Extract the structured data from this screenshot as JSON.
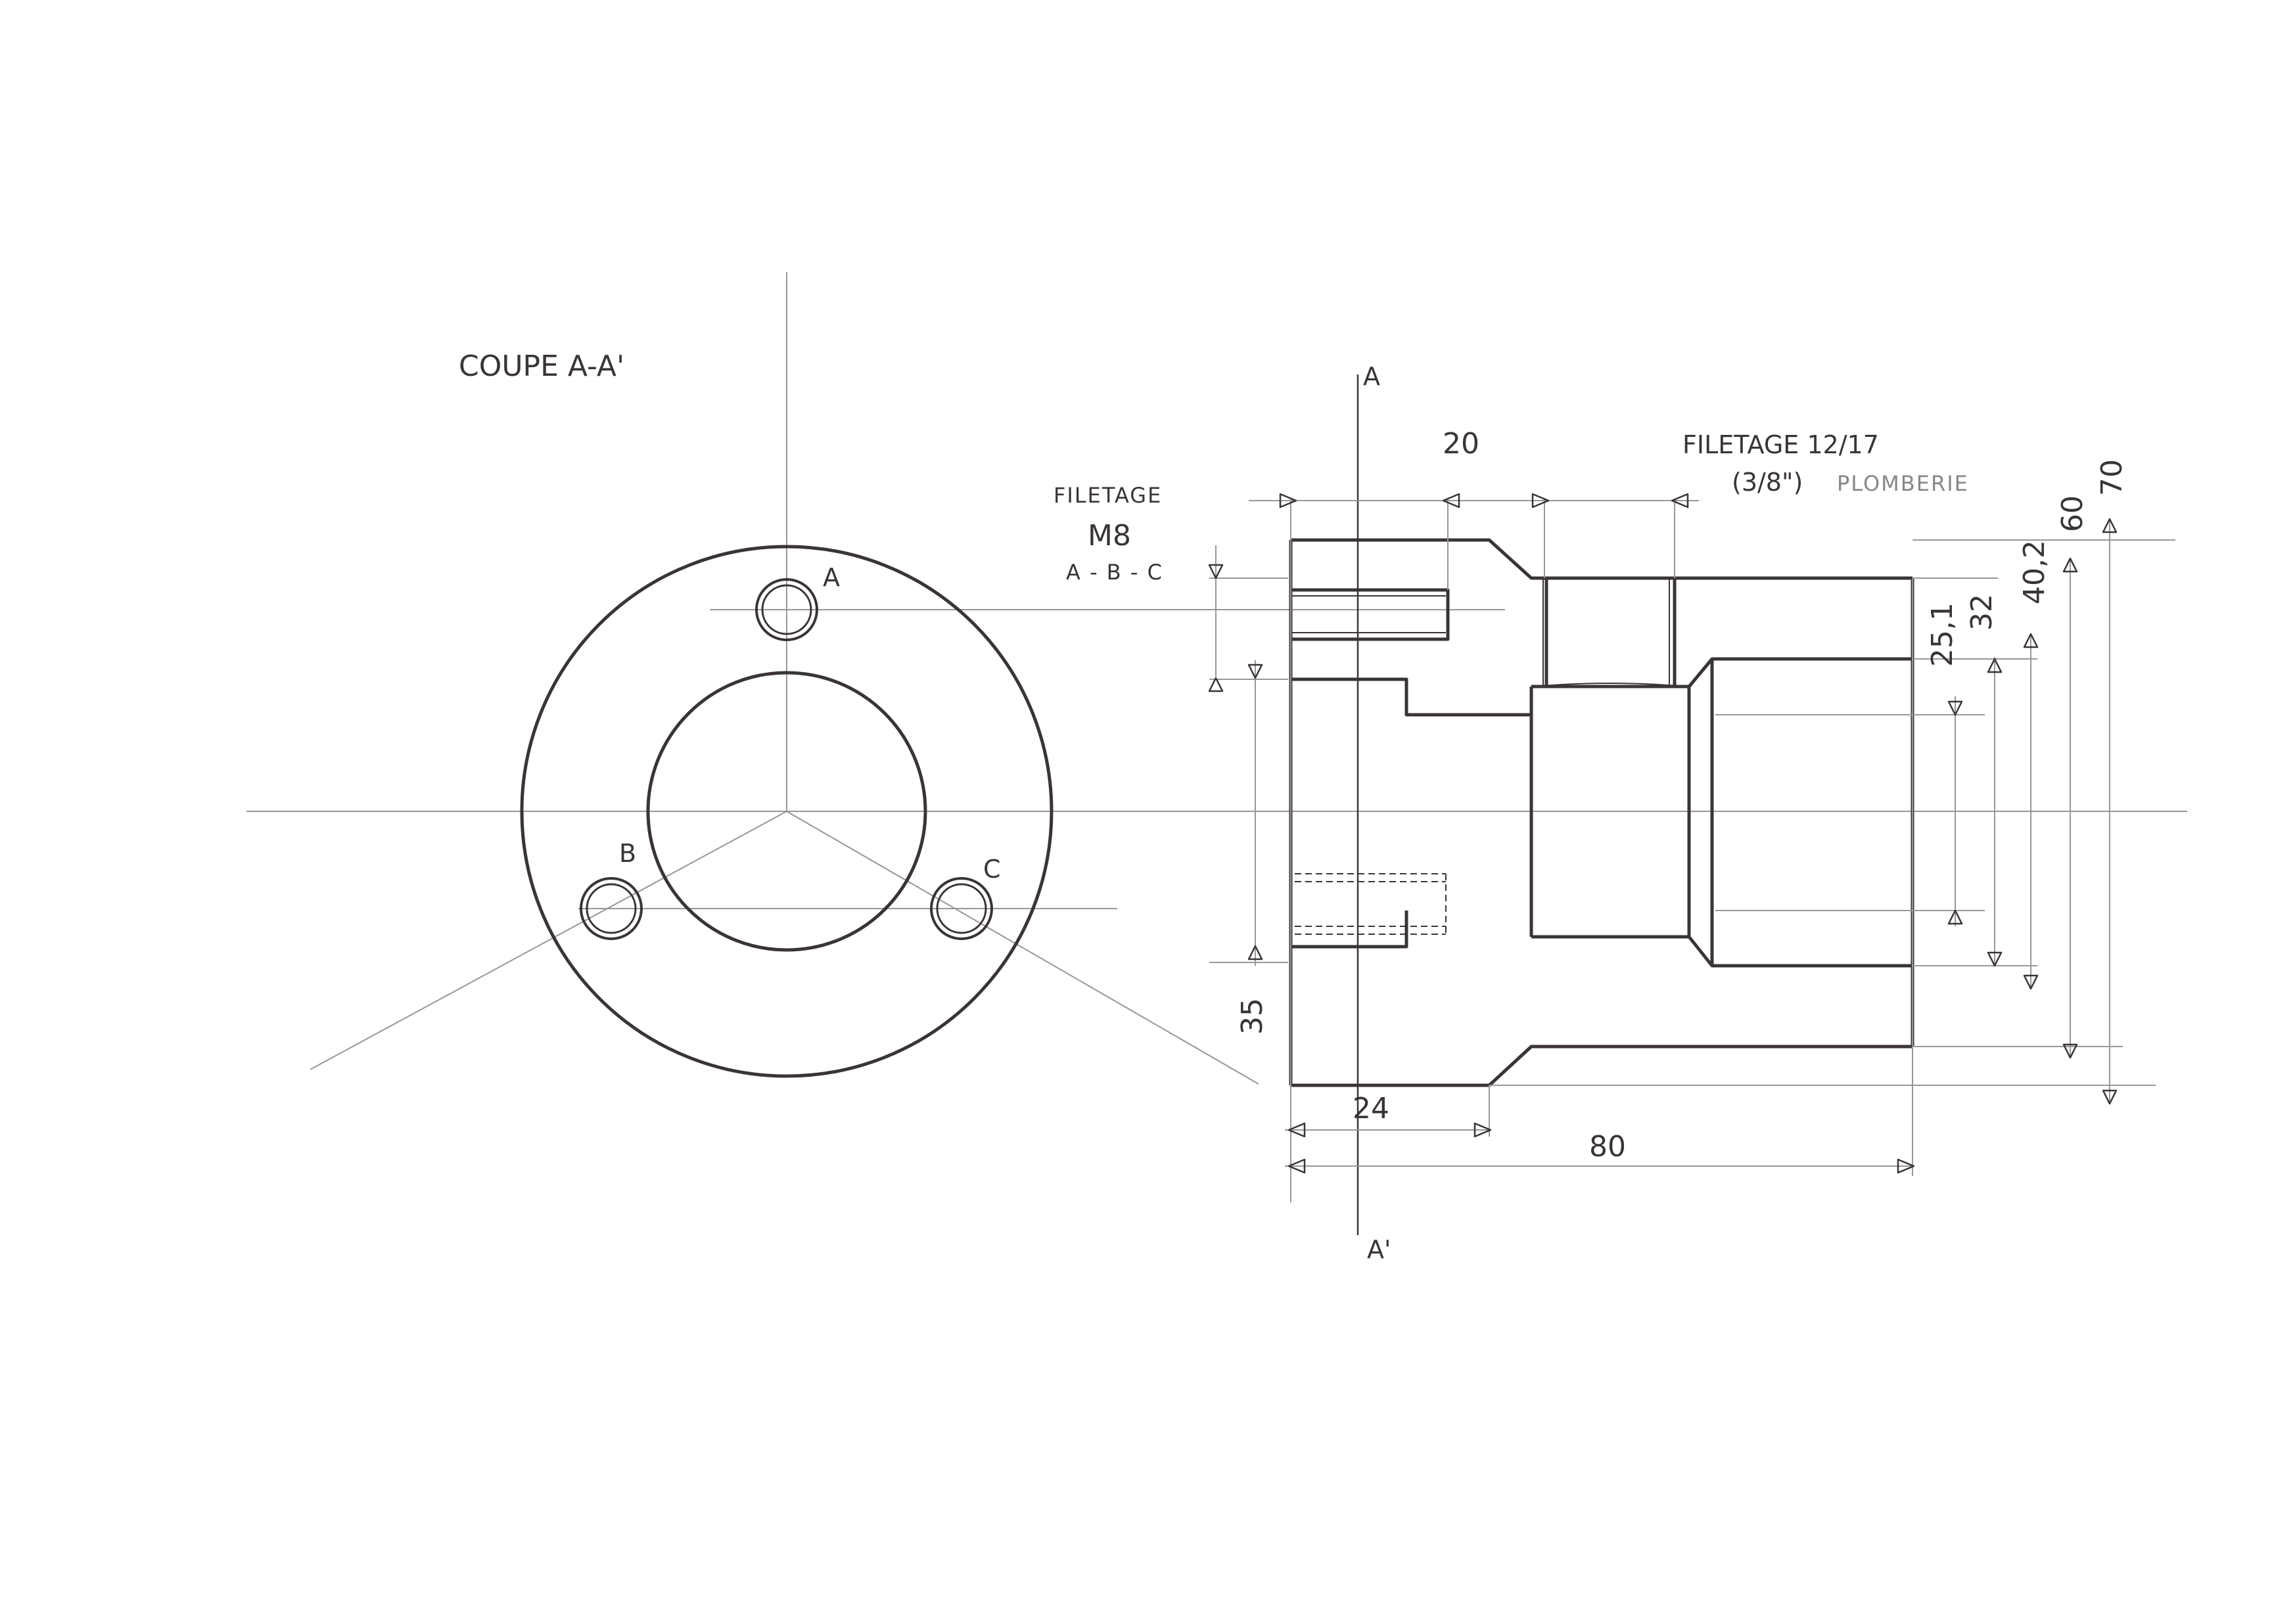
{
  "title": "COUPE A-A'",
  "colors": {
    "ink": "#3a3438",
    "thin": "#9a9599",
    "paper": "#ffffff"
  },
  "front_view": {
    "holes": [
      {
        "label": "A"
      },
      {
        "label": "B"
      },
      {
        "label": "C"
      }
    ]
  },
  "section": {
    "marker_top": "A",
    "marker_bottom": "A'"
  },
  "annotations": {
    "thread_m8_line1": "FILETAGE",
    "thread_m8_line2": "M8",
    "thread_m8_line3": "A - B - C",
    "thread_pipe_line1": "FILETAGE 12/17",
    "thread_pipe_line2": "(3/8\")",
    "thread_pipe_line3": "PLOMBERIE"
  },
  "dimensions": {
    "d20": "20",
    "d24": "24",
    "d80": "80",
    "d35": "35",
    "d25_1": "25,1",
    "d32": "32",
    "d40_2": "40,2",
    "d60": "60",
    "d70": "70"
  }
}
